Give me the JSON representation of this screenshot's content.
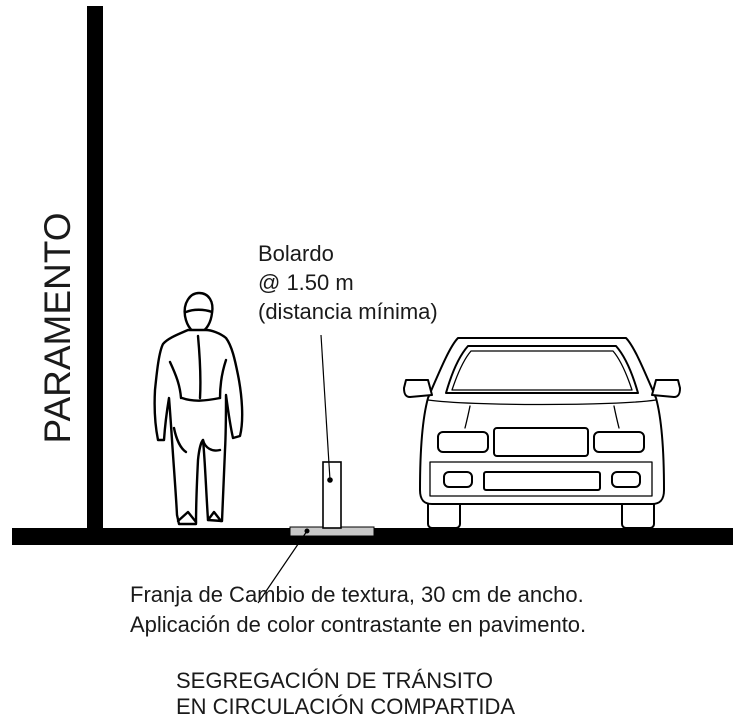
{
  "wall_label": "PARAMENTO",
  "bollard_label": {
    "line1": "Bolardo",
    "line2": "@ 1.50 m",
    "line3": "(distancia mínima)"
  },
  "strip_label": {
    "line1": "Franja  de Cambio de textura, 30 cm de ancho.",
    "line2": "Aplicación de color contrastante en pavimento."
  },
  "caption": {
    "line1": "SEGREGACIÓN DE TRÁNSITO",
    "line2": "EN CIRCULACIÓN COMPARTIDA"
  },
  "colors": {
    "ink": "#000000",
    "strip_fill": "#c8c8c8",
    "background": "#ffffff"
  },
  "icons": [
    "pedestrian-figure",
    "bollard",
    "car-front-view"
  ]
}
